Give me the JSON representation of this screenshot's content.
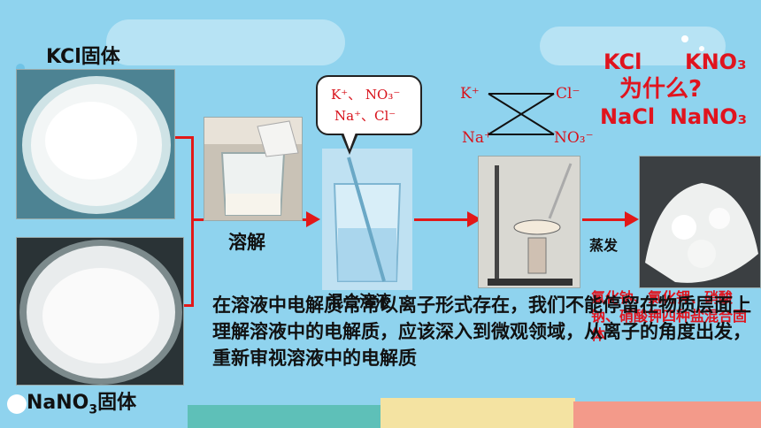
{
  "labels": {
    "kcl_solid": "KCl固体",
    "nano3_solid_prefix": "NaNO",
    "nano3_solid_sub": "3",
    "nano3_solid_suffix": "固体",
    "dissolve": "溶解",
    "evaporate": "蒸发",
    "mixed_solution": "混合溶液"
  },
  "bubble": {
    "line1": "K⁺、 NO₃⁻",
    "line2": "Na⁺、Cl⁻"
  },
  "ion_diagram": {
    "k": "K⁺",
    "cl": "Cl⁻",
    "na": "Na⁺",
    "no3": "NO₃⁻"
  },
  "question": {
    "top_left": "KCl",
    "top_right": "KNO₃",
    "why": "为什么?",
    "bottom": "NaCl  NaNO₃"
  },
  "product_note": "氯化钠、氯化钾、硝酸钠、硝酸钾四种盐混合固体",
  "paragraph": "在溶液中电解质常常以离子形式存在，我们不能停留在物质层面上理解溶液中的电解质，应该深入到微观领域，从离子的角度出发，重新审视溶液中的电解质",
  "colors": {
    "background": "#8fd3ee",
    "accent_red": "#e21818"
  }
}
